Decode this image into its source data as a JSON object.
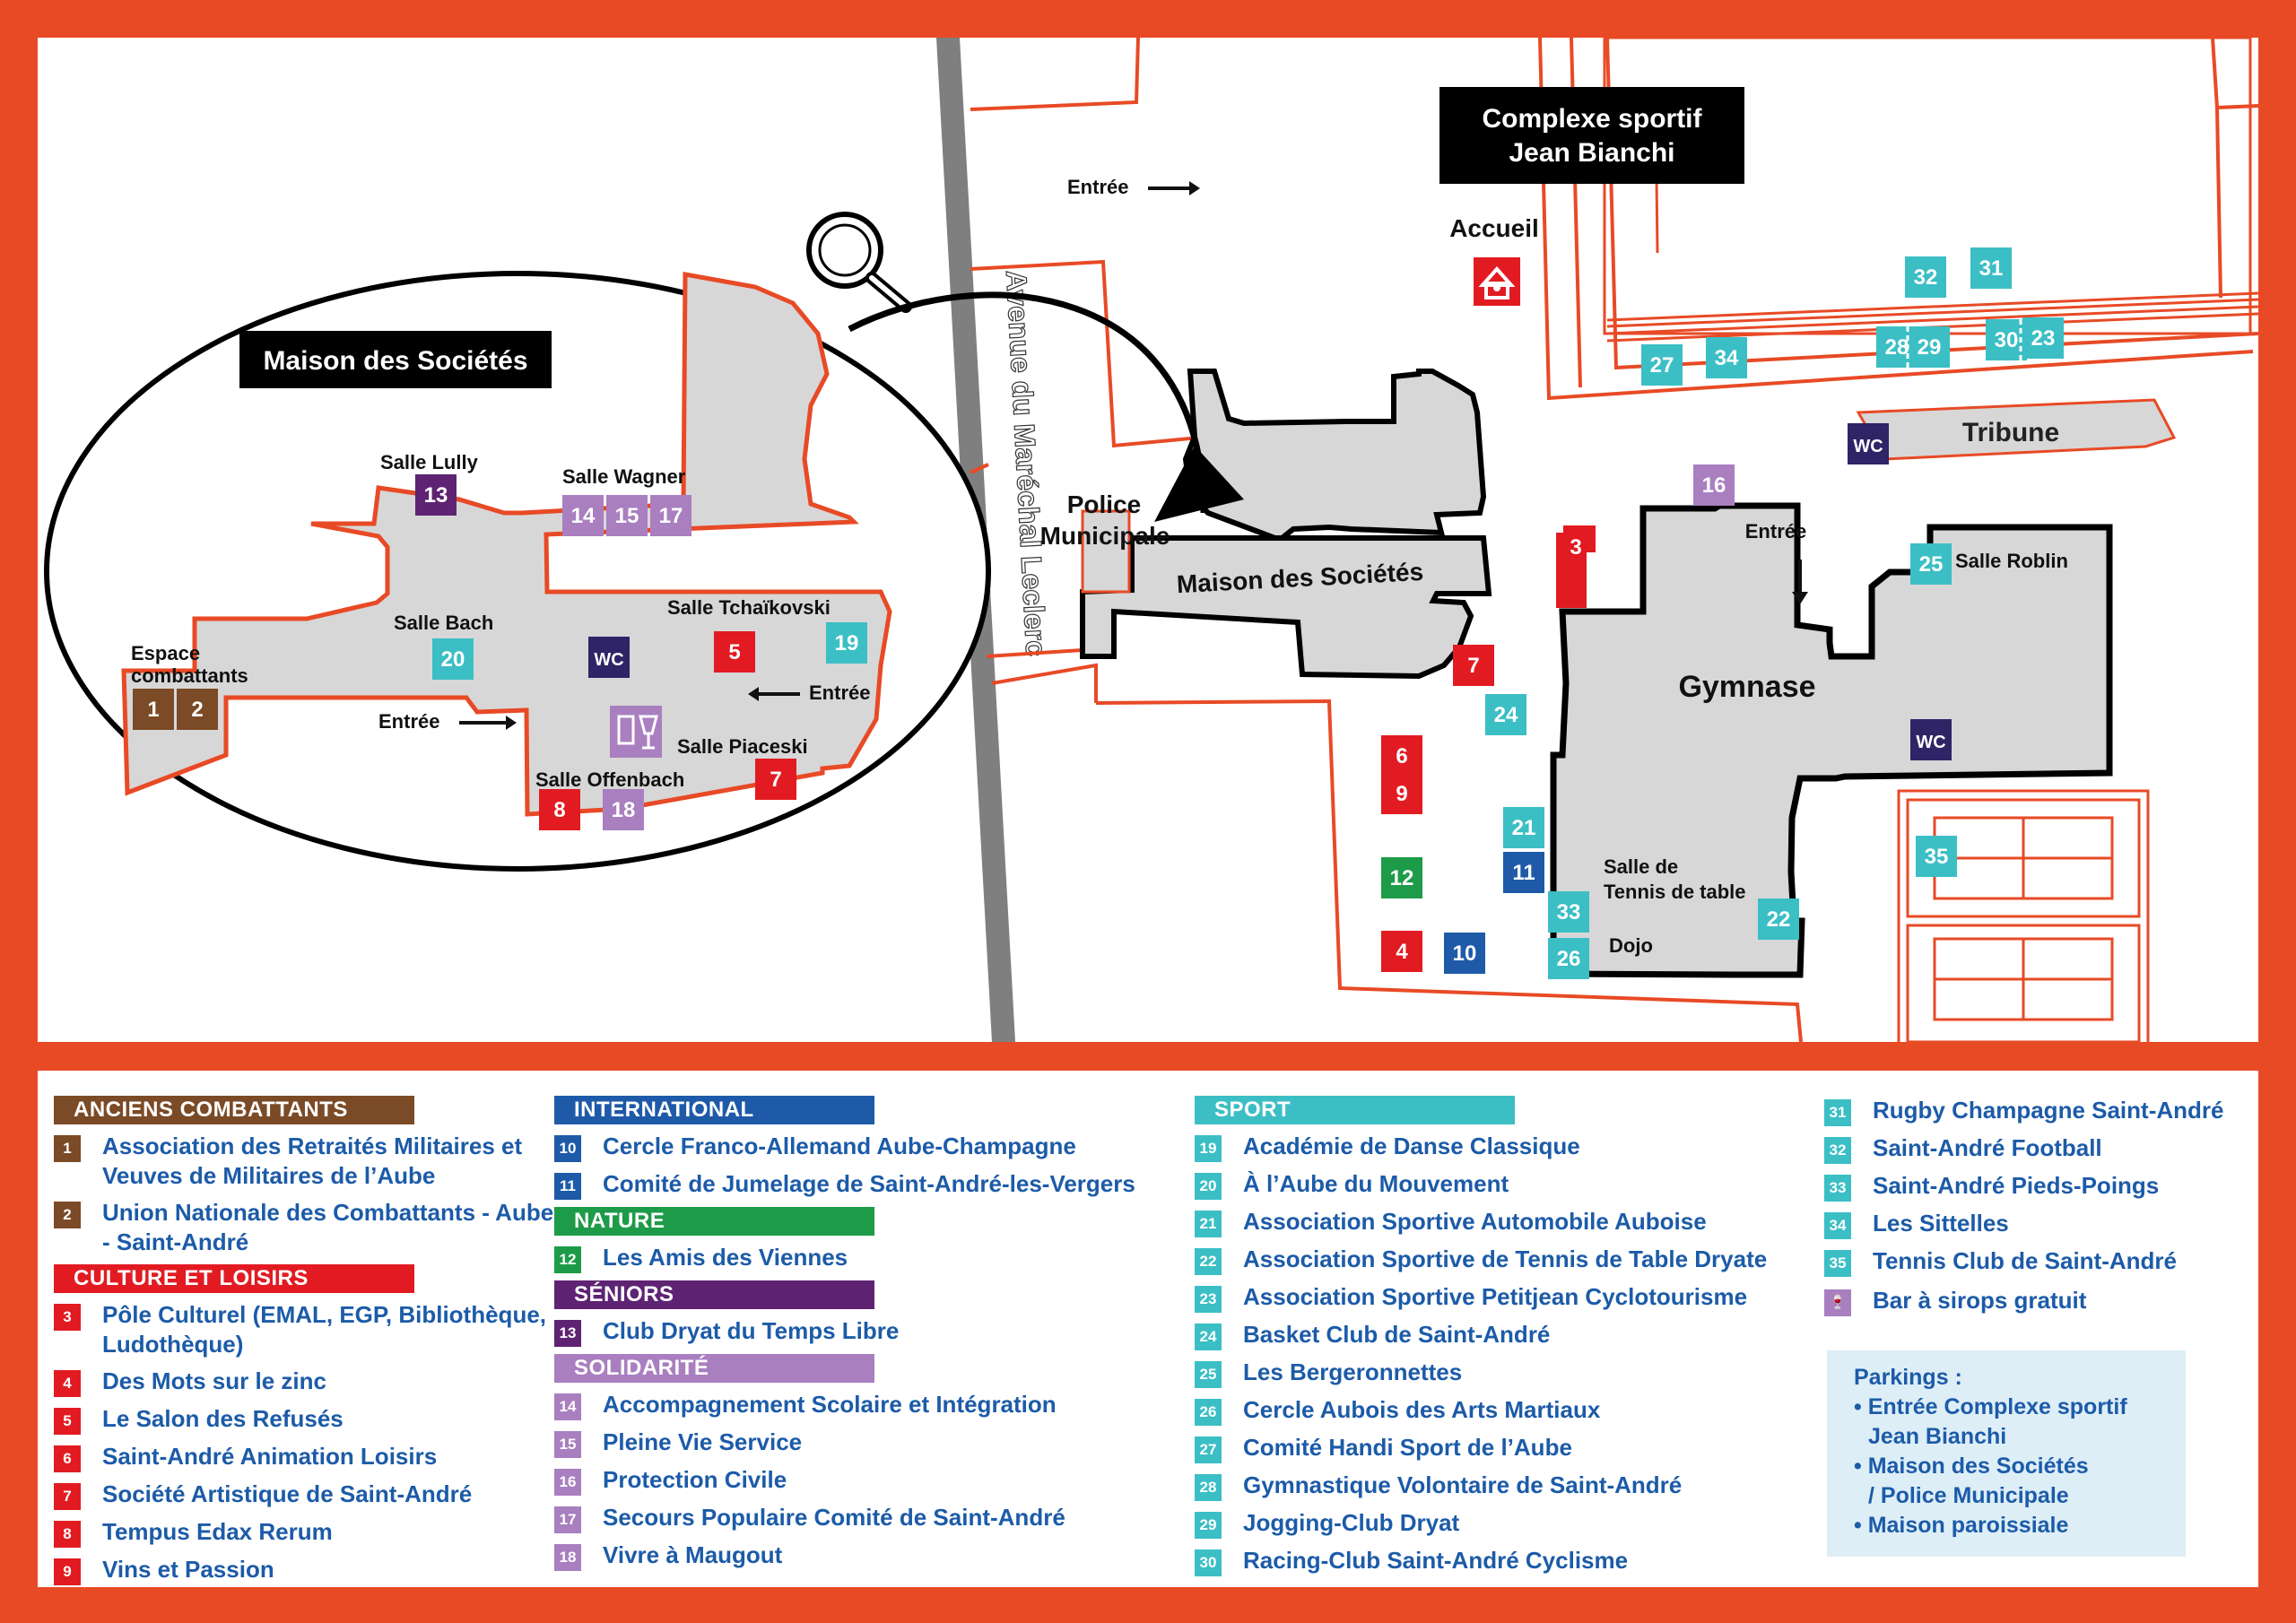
{
  "map": {
    "complex_title_line1": "Complexe sportif",
    "complex_title_line2": "Jean Bianchi",
    "accueil": "Accueil",
    "avenue": "Avenue du Maréchal Leclerc",
    "entree": "Entrée",
    "police_line1": "Police",
    "police_line2": "Municipale",
    "maison": "Maison des Sociétés",
    "gymnase": "Gymnase",
    "tribune": "Tribune",
    "wc": "WC",
    "salle_roblin": "Salle Roblin",
    "tennis_table_line1": "Salle de",
    "tennis_table_line2": "Tennis de table",
    "dojo": "Dojo"
  },
  "inset": {
    "title": "Maison des Sociétés",
    "salle_lully": "Salle Lully",
    "salle_wagner": "Salle Wagner",
    "salle_bach": "Salle Bach",
    "salle_tchaikovski": "Salle Tchaïkovski",
    "espace_line1": "Espace",
    "espace_line2": "combattants",
    "salle_piaceski": "Salle Piaceski",
    "salle_offenbach": "Salle Offenbach",
    "entree": "Entrée",
    "wc": "WC"
  },
  "colors": {
    "anciens": "#7B4A26",
    "culture": "#E21B22",
    "international": "#1E5AA8",
    "nature": "#1E9B48",
    "seniors": "#5E2373",
    "solidarite": "#A97FC0",
    "sport": "#3BBFC5",
    "frame": "#E84A26",
    "building": "#DADADA",
    "text_blue": "#1C5BA8"
  },
  "legend": {
    "col1": [
      {
        "category": "ANCIENS COMBATTANTS",
        "color": "#7B4A26",
        "items": [
          {
            "n": "1",
            "label": "Association des Retraités Militaires et Veuves de Militaires de l’Aube"
          },
          {
            "n": "2",
            "label": "Union Nationale des Combattants - Aube - Saint-André"
          }
        ]
      },
      {
        "category": "CULTURE ET LOISIRS",
        "color": "#E21B22",
        "items": [
          {
            "n": "3",
            "label": "Pôle Culturel (EMAL, EGP, Bibliothèque, Ludothèque)"
          },
          {
            "n": "4",
            "label": "Des Mots sur le zinc"
          },
          {
            "n": "5",
            "label": "Le Salon des Refusés"
          },
          {
            "n": "6",
            "label": "Saint-André Animation Loisirs"
          },
          {
            "n": "7",
            "label": "Société Artistique de Saint-André"
          },
          {
            "n": "8",
            "label": "Tempus Edax Rerum"
          },
          {
            "n": "9",
            "label": "Vins et Passion"
          }
        ]
      }
    ],
    "col2": [
      {
        "category": "INTERNATIONAL",
        "color": "#1E5AA8",
        "items": [
          {
            "n": "10",
            "label": "Cercle Franco-Allemand Aube-Champagne"
          },
          {
            "n": "11",
            "label": "Comité de Jumelage de Saint-André-les-Vergers"
          }
        ]
      },
      {
        "category": "NATURE",
        "color": "#1E9B48",
        "items": [
          {
            "n": "12",
            "label": "Les Amis des Viennes"
          }
        ]
      },
      {
        "category": "SÉNIORS",
        "color": "#5E2373",
        "items": [
          {
            "n": "13",
            "label": "Club Dryat du Temps Libre"
          }
        ]
      },
      {
        "category": "SOLIDARITÉ",
        "color": "#A97FC0",
        "items": [
          {
            "n": "14",
            "label": "Accompagnement Scolaire et Intégration"
          },
          {
            "n": "15",
            "label": "Pleine Vie Service"
          },
          {
            "n": "16",
            "label": "Protection Civile"
          },
          {
            "n": "17",
            "label": "Secours Populaire Comité de Saint-André"
          },
          {
            "n": "18",
            "label": "Vivre à Maugout"
          }
        ]
      }
    ],
    "col3": [
      {
        "category": "SPORT",
        "color": "#3BBFC5",
        "items": [
          {
            "n": "19",
            "label": "Académie de Danse Classique"
          },
          {
            "n": "20",
            "label": "À l’Aube du Mouvement"
          },
          {
            "n": "21",
            "label": "Association Sportive Automobile Auboise"
          },
          {
            "n": "22",
            "label": "Association Sportive de Tennis de Table Dryate"
          },
          {
            "n": "23",
            "label": "Association Sportive Petitjean Cyclotourisme"
          },
          {
            "n": "24",
            "label": "Basket Club de Saint-André"
          },
          {
            "n": "25",
            "label": "Les Bergeronnettes"
          },
          {
            "n": "26",
            "label": "Cercle Aubois des Arts Martiaux"
          },
          {
            "n": "27",
            "label": "Comité Handi Sport de l’Aube"
          },
          {
            "n": "28",
            "label": "Gymnastique Volontaire de Saint-André"
          },
          {
            "n": "29",
            "label": "Jogging-Club Dryat"
          },
          {
            "n": "30",
            "label": "Racing-Club Saint-André Cyclisme"
          }
        ]
      }
    ],
    "col4": [
      {
        "n": "31",
        "label": "Rugby Champagne Saint-André"
      },
      {
        "n": "32",
        "label": "Saint-André Football"
      },
      {
        "n": "33",
        "label": "Saint-André Pieds-Poings"
      },
      {
        "n": "34",
        "label": "Les Sittelles"
      },
      {
        "n": "35",
        "label": "Tennis Club de Saint-André"
      }
    ],
    "bar_label": "Bar à sirops gratuit",
    "parking": {
      "title": "Parkings :",
      "items": [
        "• Entrée Complexe sportif",
        "Jean Bianchi",
        "• Maison des Sociétés",
        "/ Police Municipale",
        "• Maison paroissiale"
      ]
    }
  }
}
